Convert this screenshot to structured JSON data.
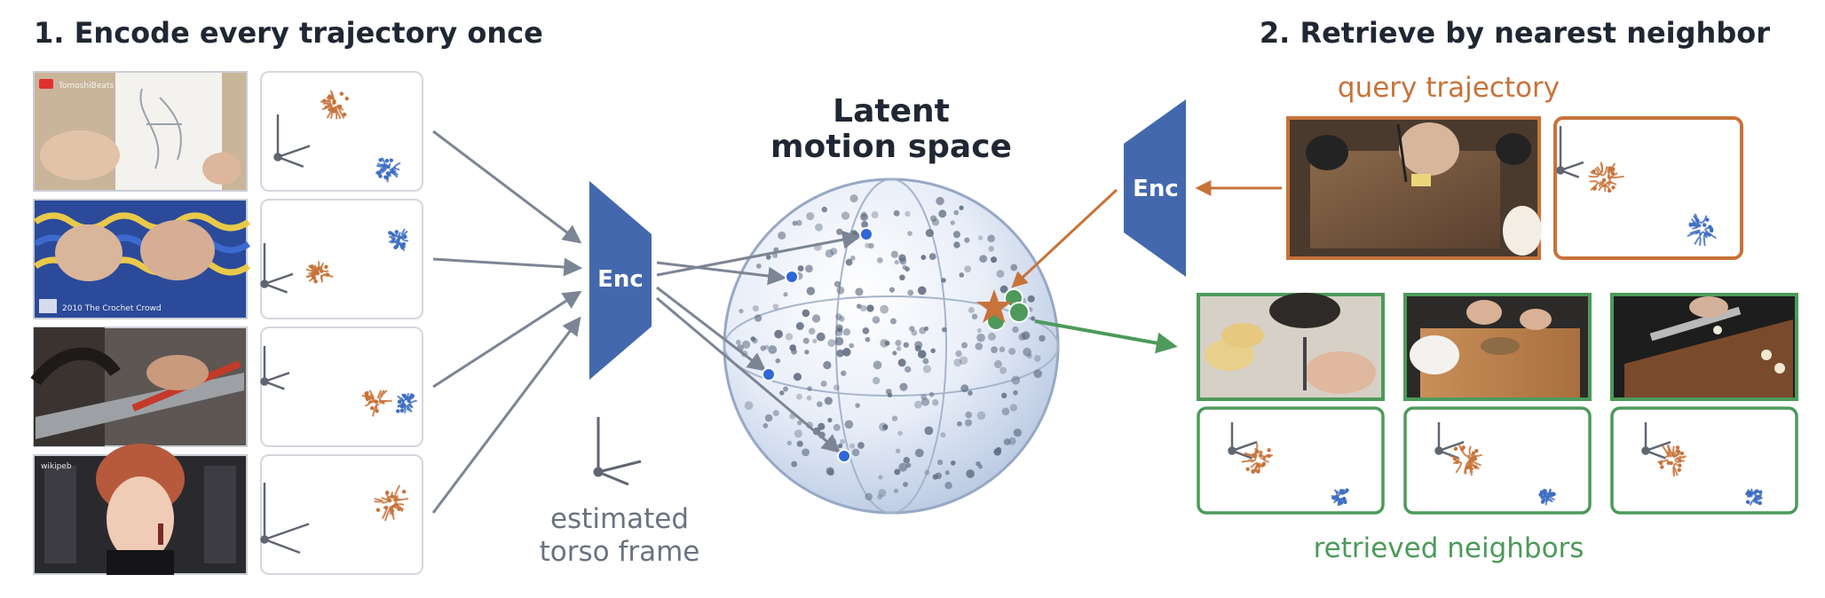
{
  "title_left": "1. Encode every trajectory once",
  "title_right": "2. Retrieve by nearest neighbor",
  "latent_title": [
    "Latent",
    "motion space"
  ],
  "enc_label": "Enc",
  "frame_caption": [
    "estimated",
    "torso frame"
  ],
  "query_label": "query trajectory",
  "neighbors_label": "retrieved neighbors",
  "watermarks": {
    "drawing": "TomoshiBeats",
    "crochet": "2010 The Crochet Crowd",
    "makeup": "wikipeb"
  },
  "colors": {
    "enc": "#4468ad",
    "orange": "#c8733a",
    "blue": "#3f6fc2",
    "green": "#4d9a5b",
    "arrow": "#7c8594",
    "sphere_dot": "#5e6b80",
    "dark_text": "#1f2733",
    "caption": "#6b7280"
  },
  "icons": [
    "left-hand-trajectory-icon",
    "right-hand-trajectory-icon",
    "axis-frame-icon",
    "query-star-icon"
  ]
}
